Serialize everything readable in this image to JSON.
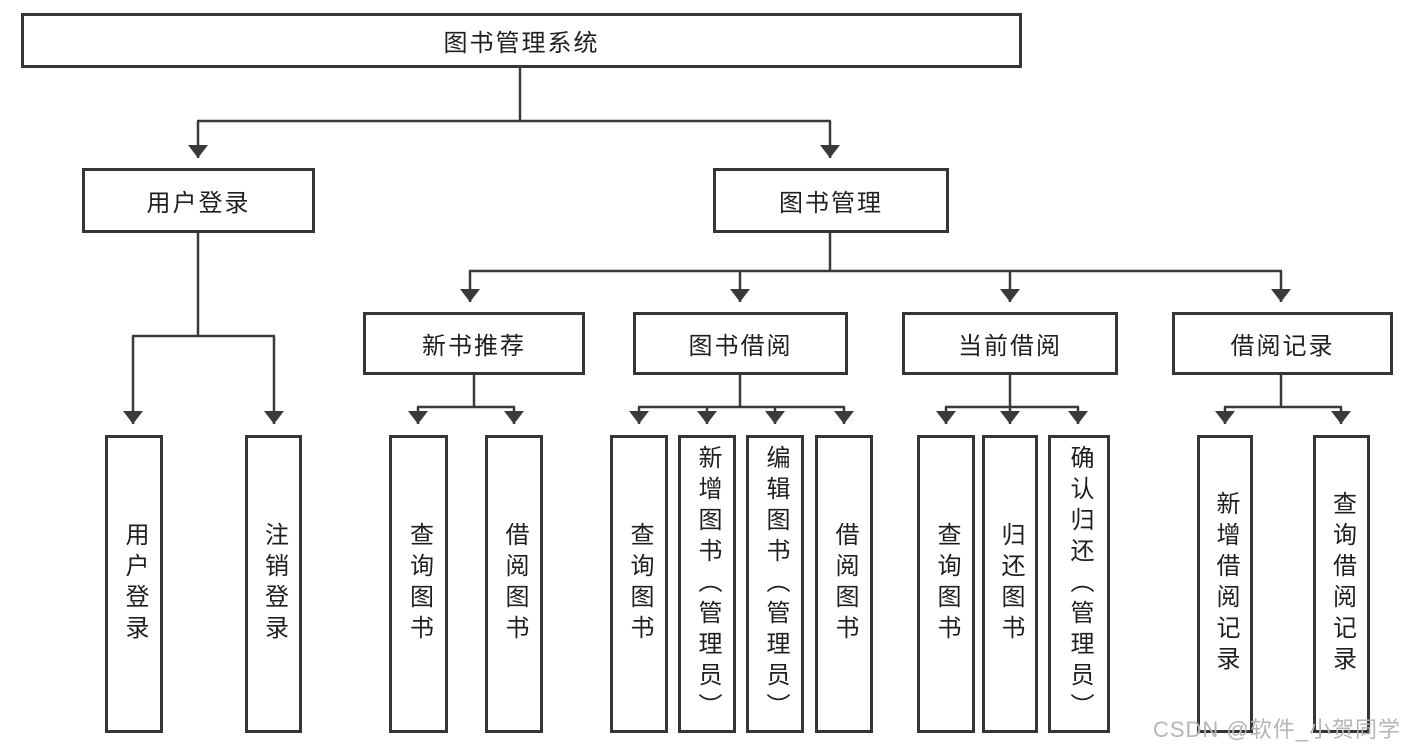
{
  "tree": {
    "label": "图书管理系统",
    "children": [
      {
        "label": "用户登录",
        "children": [
          {
            "label": "用户登录"
          },
          {
            "label": "注销登录"
          }
        ]
      },
      {
        "label": "图书管理",
        "children": [
          {
            "label": "新书推荐",
            "children": [
              {
                "label": "查询图书"
              },
              {
                "label": "借阅图书"
              }
            ]
          },
          {
            "label": "图书借阅",
            "children": [
              {
                "label": "查询图书"
              },
              {
                "label": "新增图书（管理员）"
              },
              {
                "label": "编辑图书（管理员）"
              },
              {
                "label": "借阅图书"
              }
            ]
          },
          {
            "label": "当前借阅",
            "children": [
              {
                "label": "查询图书"
              },
              {
                "label": "归还图书"
              },
              {
                "label": "确认归还（管理员）"
              }
            ]
          },
          {
            "label": "借阅记录",
            "children": [
              {
                "label": "新增借阅记录"
              },
              {
                "label": "查询借阅记录"
              }
            ]
          }
        ]
      }
    ]
  },
  "watermark": {
    "text": "CSDN @软件_小贺同学"
  },
  "colors": {
    "background": "#ffffff",
    "box_border": "#353535",
    "connector_line": "#3a3a3a",
    "text": "#1f1f1f",
    "watermark": "#b5b5b5"
  }
}
